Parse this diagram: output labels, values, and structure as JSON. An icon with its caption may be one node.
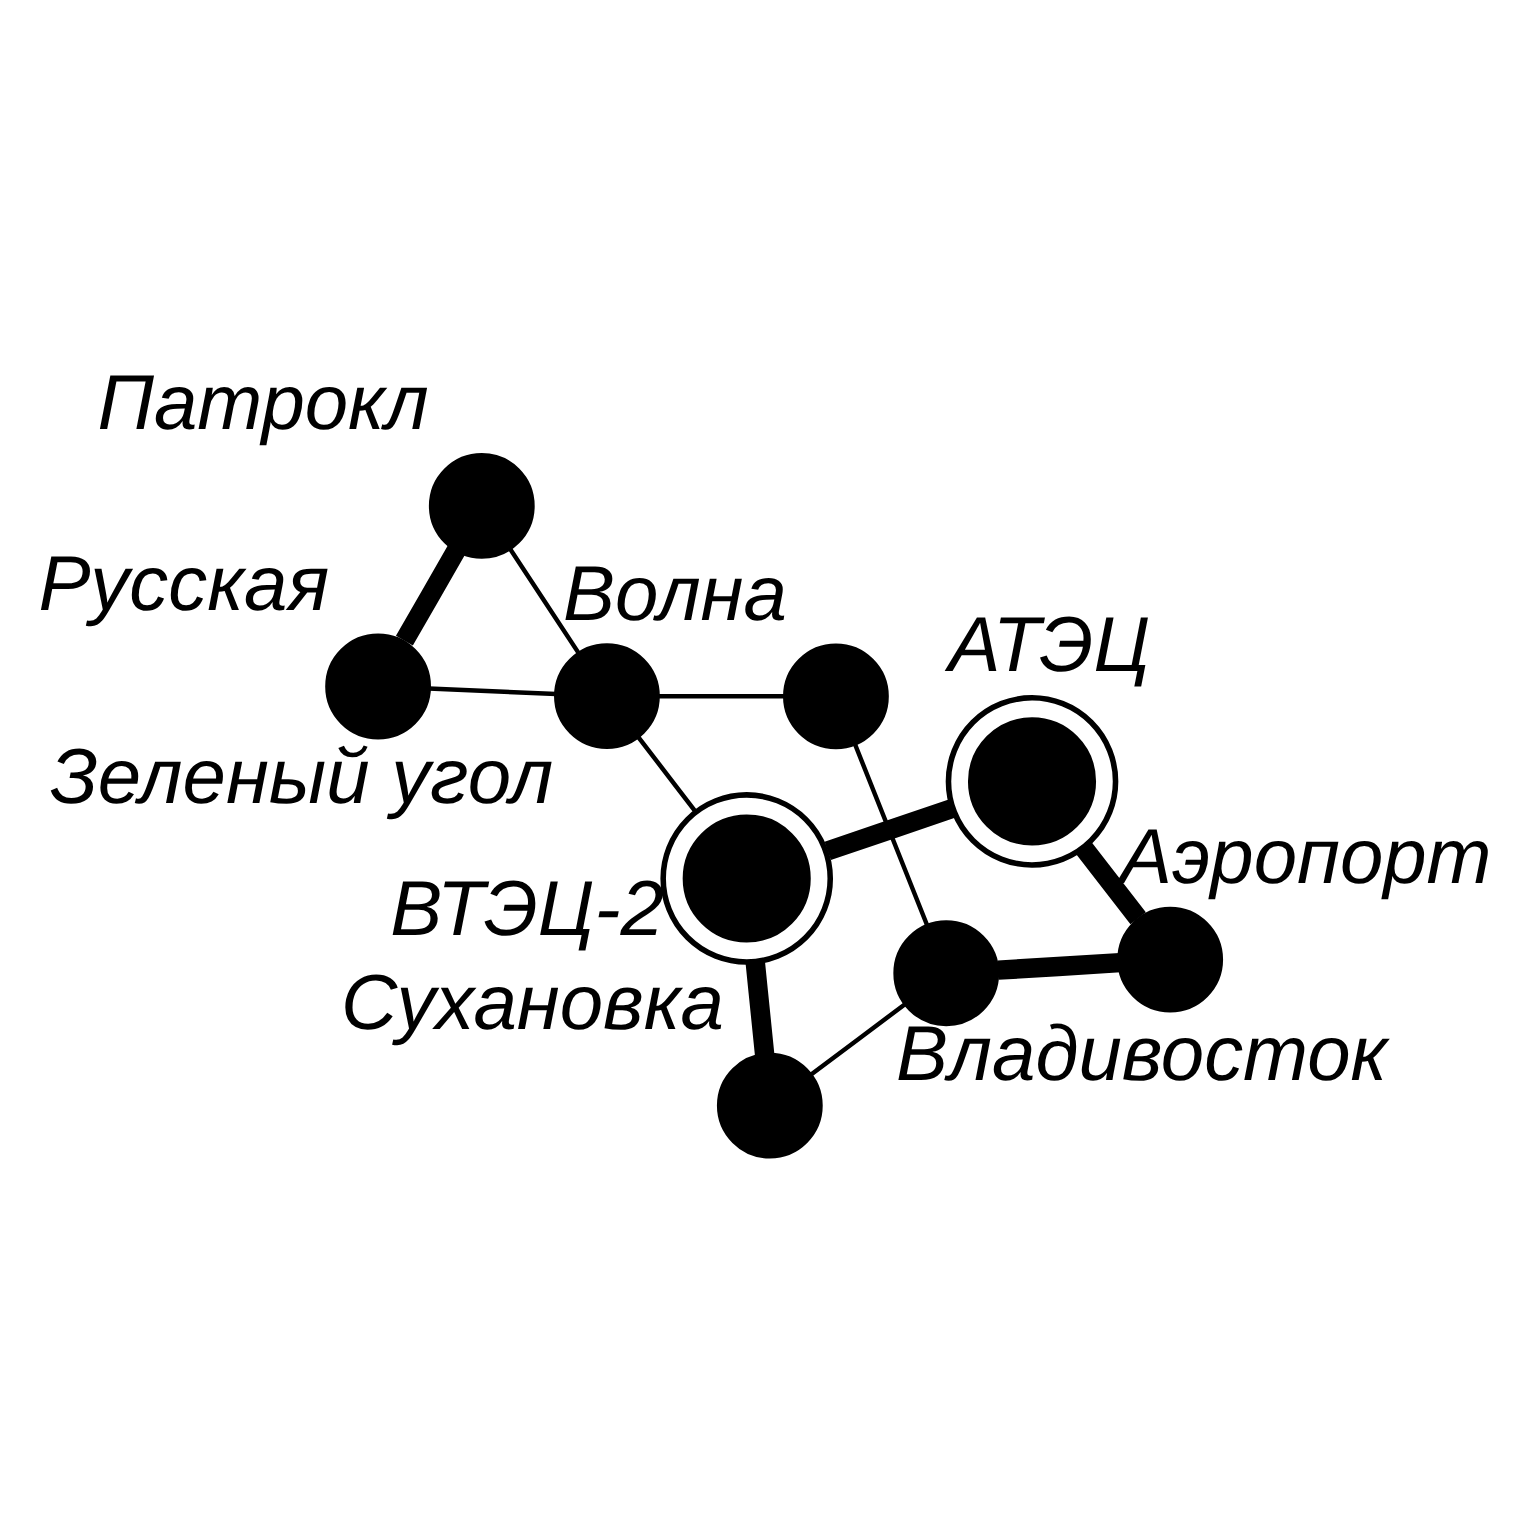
{
  "diagram": {
    "nodes": [
      {
        "text": [],
        "shape": "circle",
        "beside": [
          "Владивосток"
        ]
      },
      {
        "text": [],
        "shape": "circle",
        "beside": [
          "АТЭЦ"
        ]
      },
      {
        "text": [],
        "shape": "circle",
        "beside": [
          "Аэропорт"
        ]
      },
      {
        "text": [],
        "shape": "circle",
        "beside": [
          "Зеленый угол"
        ]
      },
      {
        "text": [],
        "shape": "circle",
        "beside": [
          "Волна"
        ]
      },
      {
        "text": [],
        "shape": "circle",
        "beside": [
          "ВТЭЦ-2"
        ]
      },
      {
        "text": [],
        "shape": "circle",
        "beside": [
          "Патрокл"
        ]
      },
      {
        "text": [],
        "shape": "circle",
        "beside": [
          "Русская"
        ]
      },
      {
        "text": [],
        "shape": "circle",
        "beside": [
          "Сухановка"
        ]
      }
    ],
    "edges": [
      {
        "from": 0,
        "to": 2,
        "arrow": "none",
        "style": "thick"
      },
      {
        "from": 2,
        "to": 1,
        "arrow": "none",
        "style": "thick"
      },
      {
        "from": 0,
        "to": 4,
        "arrow": "none"
      },
      {
        "from": 0,
        "to": 8,
        "arrow": "none"
      },
      {
        "from": 4,
        "to": 3,
        "arrow": "none"
      },
      {
        "from": 3,
        "to": 5,
        "arrow": "none"
      },
      {
        "from": 3,
        "to": 6,
        "arrow": "none"
      },
      {
        "from": 3,
        "to": 7,
        "arrow": "none"
      },
      {
        "from": 6,
        "to": 7,
        "arrow": "none",
        "style": "thick"
      },
      {
        "from": 1,
        "to": 5,
        "arrow": "none",
        "style": "thick"
      },
      {
        "from": 8,
        "to": 5,
        "arrow": "none",
        "style": "thick"
      }
    ]
  }
}
